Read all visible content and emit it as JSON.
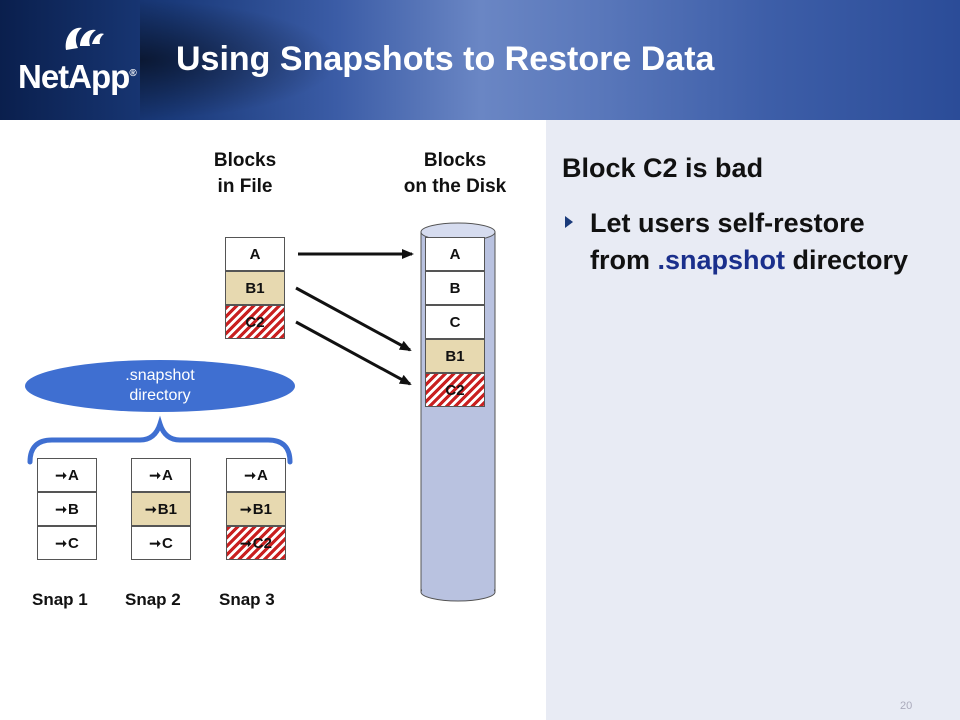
{
  "header": {
    "logo_text": "NetApp",
    "logo_reg": "®",
    "title": "Using Snapshots to Restore Data"
  },
  "labels": {
    "file_line1": "Blocks",
    "file_line2": "in File",
    "disk_line1": "Blocks",
    "disk_line2": "on the Disk"
  },
  "file_blocks": [
    "A",
    "B1",
    "C2"
  ],
  "disk_blocks": [
    "A",
    "B",
    "C",
    "B1",
    "C2"
  ],
  "snapshot_dir": {
    "line1": ".snapshot",
    "line2": "directory"
  },
  "snaps": [
    {
      "label": "Snap 1",
      "blocks": [
        "A",
        "B",
        "C"
      ]
    },
    {
      "label": "Snap 2",
      "blocks": [
        "A",
        "B1",
        "C"
      ]
    },
    {
      "label": "Snap 3",
      "blocks": [
        "A",
        "B1",
        "C2"
      ]
    }
  ],
  "arrow_glyph": "➞",
  "right": {
    "heading": "Block C2 is bad",
    "bullet_part1": "Let users self-restore from ",
    "bullet_highlight": ".snapshot",
    "bullet_part2": " directory"
  },
  "page_number": "20",
  "colors": {
    "header_dark": "#0a1f4d",
    "panel_bg": "#e8ebf4",
    "cylinder": "#b9c2e0",
    "ellipse": "#3f6fd1",
    "tan_block": "#e7d9b0",
    "bad_stripe": "#c92020",
    "highlight_text": "#1a2f8c"
  }
}
